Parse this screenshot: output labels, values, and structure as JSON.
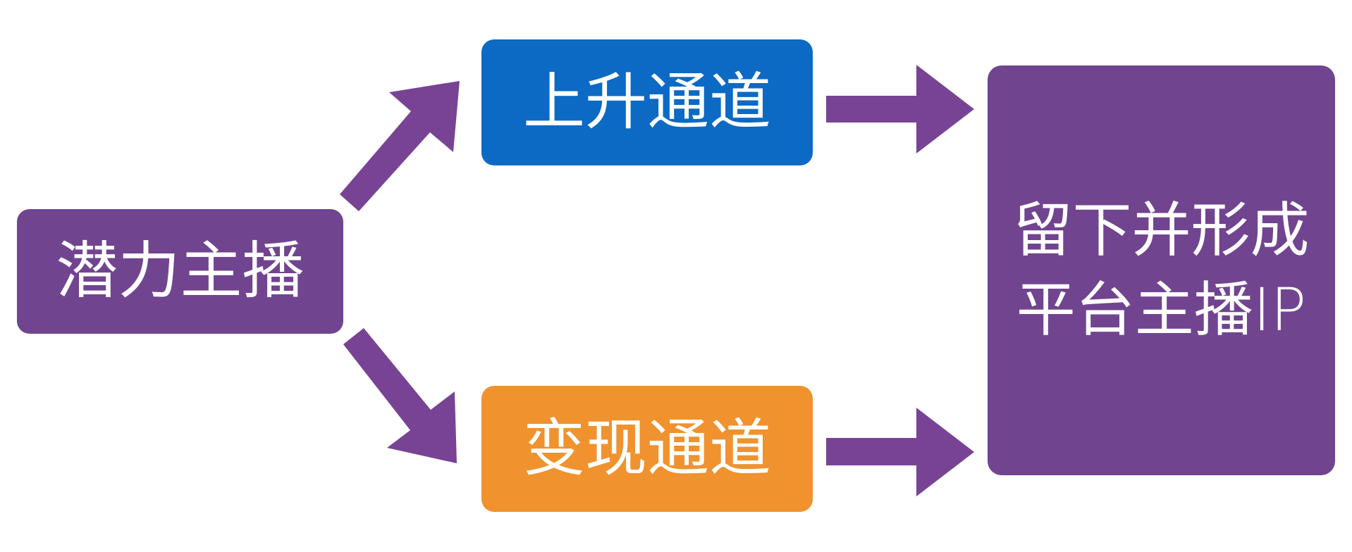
{
  "colors": {
    "purple": "#784394",
    "box_purple": "#714490",
    "blue": "#0c6ac5",
    "orange": "#f0922e",
    "text": "#ffffff"
  },
  "nodes": {
    "start": {
      "label": "潜力主播"
    },
    "up": {
      "label": "上升通道"
    },
    "cash": {
      "label": "变现通道"
    },
    "end": {
      "line1": "留下并形成",
      "line2": "平台主播IP"
    }
  },
  "edges": [
    {
      "from": "start",
      "to": "up"
    },
    {
      "from": "start",
      "to": "cash"
    },
    {
      "from": "up",
      "to": "end"
    },
    {
      "from": "cash",
      "to": "end"
    }
  ]
}
